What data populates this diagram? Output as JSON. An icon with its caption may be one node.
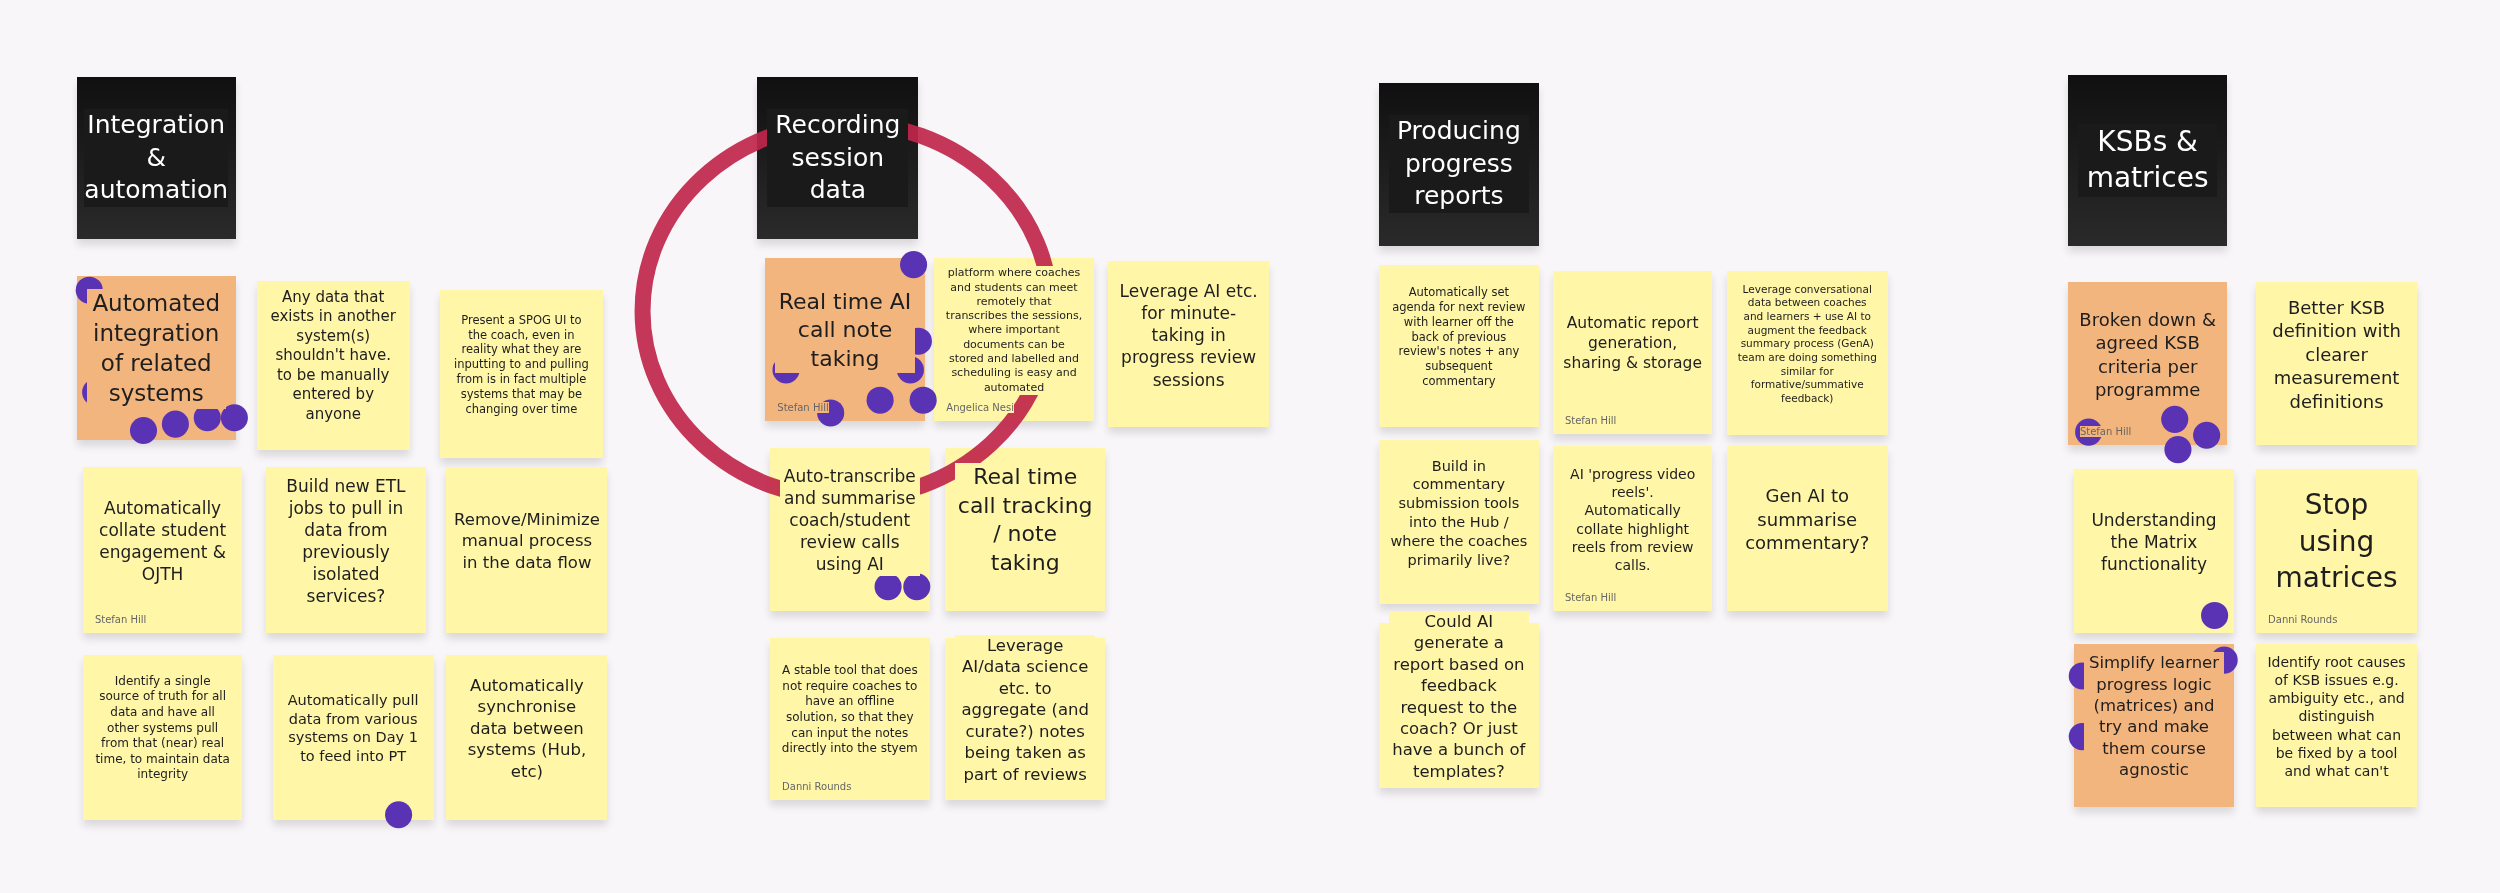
{
  "diagram": {
    "nodes": [
      {
        "text": [
          "Integration & automation"
        ]
      },
      {
        "text": [
          "Automated integration of related systems"
        ]
      },
      {
        "text": [
          "Any data that exists in another system(s) shouldn't have. to be manually entered by anyone"
        ]
      },
      {
        "text": [
          "Present a SPOG UI to the coach, even in reality what they are inputting to and pulling from is in fact multiple systems that may be changing over time"
        ]
      },
      {
        "text": [
          "Automatically collate student engagement & OJTH",
          "Stefan Hill"
        ]
      },
      {
        "text": [
          "Build new ETL jobs to pull in data from previously isolated services?"
        ]
      },
      {
        "text": [
          "Remove/Minimize manual process in the data flow"
        ]
      },
      {
        "text": [
          "Identify a single source of truth for all data and have all other systems pull from that (near) real time, to maintain data integrity"
        ]
      },
      {
        "text": [
          "Automatically pull data from various systems on Day 1 to feed into PT"
        ]
      },
      {
        "text": [
          "Automatically synchronise data between systems (Hub, etc)"
        ]
      },
      {
        "text": [
          "Recording session data"
        ]
      },
      {
        "text": [
          "Real time AI call note taking",
          "Stefan Hill"
        ]
      },
      {
        "text": [
          "platform where coaches and students can meet remotely that transcribes the sessions, where important documents can be stored and labelled and scheduling is easy and automated",
          "Angelica Nesi"
        ]
      },
      {
        "text": [
          "Leverage AI etc. for minute-taking in progress review sessions"
        ]
      },
      {
        "text": [
          "Auto-transcribe and summarise coach/student review calls using AI"
        ]
      },
      {
        "text": [
          "Real time call tracking / note taking"
        ]
      },
      {
        "text": [
          "A stable tool that does not require coaches to have an offline solution, so that they can input the notes directly into the styem",
          "Danni Rounds"
        ]
      },
      {
        "text": [
          "Leverage AI/data science etc. to aggregate (and curate?) notes being taken as part of reviews"
        ]
      },
      {
        "text": [
          "Producing progress reports"
        ]
      },
      {
        "text": [
          "Automatically set agenda for next review with learner off the back of previous review's notes + any subsequent commentary"
        ]
      },
      {
        "text": [
          "Automatic report generation, sharing & storage",
          "Stefan Hill"
        ]
      },
      {
        "text": [
          "Leverage conversational data between coaches and learners + use AI to augment the feedback summary process (GenA) team are doing something similar for formative/summative feedback)"
        ]
      },
      {
        "text": [
          "Build in commentary submission tools into the Hub / where the coaches primarily live?"
        ]
      },
      {
        "text": [
          "AI 'progress video reels'. Automatically collate highlight reels from review calls.",
          "Stefan Hill"
        ]
      },
      {
        "text": [
          "Gen AI to summarise commentary?"
        ]
      },
      {
        "text": [
          "Could AI generate a report based on feedback request to the coach? Or just have a bunch of templates?"
        ]
      },
      {
        "text": [
          "KSBs & matrices"
        ]
      },
      {
        "text": [
          "Broken down & agreed KSB criteria per programme",
          "Stefan Hill"
        ]
      },
      {
        "text": [
          "Better KSB definition with clearer measurement definitions"
        ]
      },
      {
        "text": [
          "Understanding the Matrix functionality"
        ]
      },
      {
        "text": [
          "Stop using matrices",
          "Danni Rounds"
        ]
      },
      {
        "text": [
          "Simplify learner progress logic (matrices) and try and make them course agnostic"
        ]
      },
      {
        "text": [
          "Identify root causes of KSB issues e.g. ambiguity etc., and distinguish between what can be fixed by a tool and what can't"
        ]
      }
    ]
  }
}
